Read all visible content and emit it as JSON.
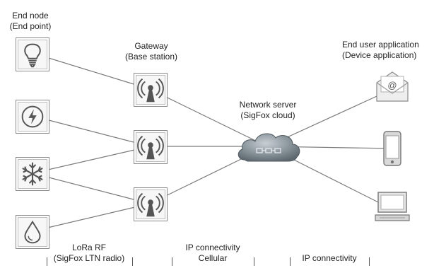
{
  "labels": {
    "end_node_line1": "End node",
    "end_node_line2": "(End point)",
    "gateway_line1": "Gateway",
    "gateway_line2": "(Base station)",
    "network_line1": "Network server",
    "network_line2": "(SigFox cloud)",
    "end_user_line1": "End user application",
    "end_user_line2": "(Device application)",
    "lora_line1": "LoRa RF",
    "lora_line2": "(SigFox LTN radio)",
    "ipc_cell_line1": "IP connectivity",
    "ipc_cell_line2": "Cellular",
    "ipc_right": "IP connectivity"
  },
  "icons": {
    "end_nodes": [
      "lightbulb-icon",
      "lightning-icon",
      "snowflake-icon",
      "water-drop-icon"
    ],
    "gateways": [
      "antenna-icon",
      "antenna-icon",
      "antenna-icon"
    ],
    "network": "cloud-icon",
    "apps": [
      "envelope-icon",
      "smartphone-icon",
      "laptop-icon"
    ]
  },
  "colors": {
    "line": "#7a7a7a",
    "box_border": "#8a8a8a",
    "cloud_fill": "#7f8a92"
  }
}
